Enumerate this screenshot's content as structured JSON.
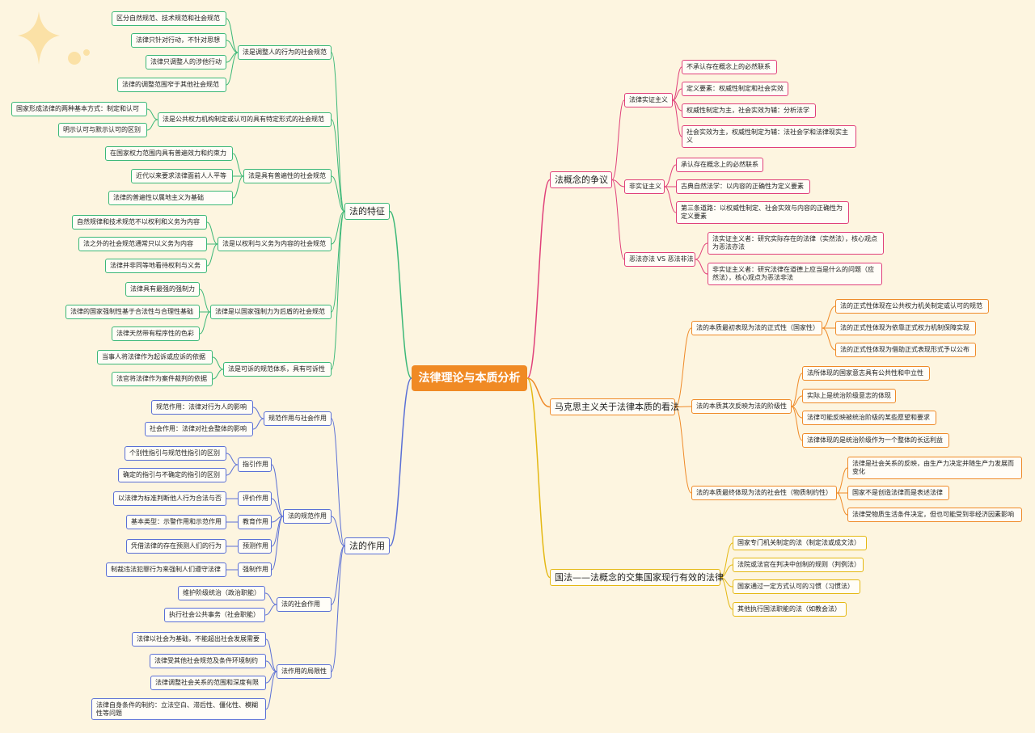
{
  "colors": {
    "background": "#fdf5e0",
    "root": "#f08a24",
    "features_branch": "#3cb878",
    "functions_branch": "#5a6fd6",
    "dispute_branch": "#e0407a",
    "marxist_branch": "#ef8a28",
    "national_law_branch": "#e4b812"
  },
  "root": {
    "label": "法律理论与本质分析"
  },
  "features": {
    "label": "法的特征",
    "items": [
      {
        "label": "法是调整人的行为的社会规范",
        "children": [
          "区分自然规范、技术规范和社会规范",
          "法律只针对行动，不针对思想",
          "法律只调整人的涉他行动",
          "法律的调整范围窄于其他社会规范"
        ]
      },
      {
        "label": "法是公共权力机构制定或认可的具有特定形式的社会规范",
        "children": [
          "国家形成法律的两种基本方式：制定和认可",
          "明示认可与默示认可的区别"
        ]
      },
      {
        "label": "法是具有普遍性的社会规范",
        "children": [
          "在国家权力范围内具有普遍效力和约束力",
          "近代以来要求法律面前人人平等",
          "法律的普遍性以属地主义为基础"
        ]
      },
      {
        "label": "法是以权利与义务为内容的社会规范",
        "children": [
          "自然规律和技术规范不以权利和义务为内容",
          "法之外的社会规范通常只以义务为内容",
          "法律并非同等地看待权利与义务"
        ]
      },
      {
        "label": "法律是以国家强制力为后盾的社会规范",
        "children": [
          "法律具有最强的强制力",
          "法律的国家强制性基于合法性与合理性基础",
          "法律天然带有程序性的色彩"
        ]
      },
      {
        "label": "法是可诉的规范体系，具有可诉性",
        "children": [
          "当事人将法律作为起诉或应诉的依据",
          "法官将法律作为案件裁判的依据"
        ]
      }
    ]
  },
  "functions": {
    "label": "法的作用",
    "items": [
      {
        "label": "规范作用与社会作用",
        "children": [
          "规范作用：法律对行为人的影响",
          "社会作用：法律对社会整体的影响"
        ]
      },
      {
        "label": "法的规范作用",
        "subgroups": [
          {
            "label": "指引作用",
            "children": [
              "个别性指引与规范性指引的区别",
              "确定的指引与不确定的指引的区别"
            ]
          },
          {
            "label": "评价作用",
            "children": [
              "以法律为标准判断他人行为合法与否"
            ]
          },
          {
            "label": "教育作用",
            "children": [
              "基本类型：示警作用和示范作用"
            ]
          },
          {
            "label": "预测作用",
            "children": [
              "凭借法律的存在预测人们的行为"
            ]
          },
          {
            "label": "强制作用",
            "children": [
              "制裁违法犯罪行为来强制人们遵守法律"
            ]
          }
        ]
      },
      {
        "label": "法的社会作用",
        "children": [
          "维护阶级统治（政治职能）",
          "执行社会公共事务（社会职能）"
        ]
      },
      {
        "label": "法作用的局限性",
        "children": [
          "法律以社会为基础，不能超出社会发展需要",
          "法律受其他社会规范及条件环境制约",
          "法律调整社会关系的范围和深度有限",
          "法律自身条件的制约：立法空白、滞后性、僵化性、模糊性等问题"
        ]
      }
    ]
  },
  "dispute": {
    "label": "法概念的争议",
    "items": [
      {
        "label": "法律实证主义",
        "children": [
          "不承认存在概念上的必然联系",
          "定义要素：权威性制定和社会实效",
          "权威性制定为主，社会实效为辅：分析法学",
          "社会实效为主，权威性制定为辅：法社会学和法律现实主义"
        ]
      },
      {
        "label": "非实证主义",
        "children": [
          "承认存在概念上的必然联系",
          "古典自然法学：以内容的正确性为定义要素",
          "第三条道路：以权威性制定、社会实效与内容的正确性为定义要素"
        ]
      },
      {
        "label": "恶法亦法 VS 恶法非法",
        "children": [
          "法实证主义者：研究实际存在的法律（实然法），核心观点为恶法亦法",
          "非实证主义者：研究法律在道德上应当是什么的问题（应然法），核心观点为恶法非法"
        ]
      }
    ]
  },
  "marxist": {
    "label": "马克思主义关于法律本质的看法",
    "items": [
      {
        "label": "法的本质最初表现为法的正式性（国家性）",
        "children": [
          "法的正式性体现在公共权力机关制定或认可的规范",
          "法的正式性体现为依靠正式权力机制保障实现",
          "法的正式性体现为借助正式表现形式予以公布"
        ]
      },
      {
        "label": "法的本质其次反映为法的阶级性",
        "children": [
          "法所体现的国家意志具有公共性和中立性",
          "实际上是统治阶级意志的体现",
          "法律可能反映被统治阶级的某些愿望和要求",
          "法律体现的是统治阶级作为一个整体的长远利益"
        ]
      },
      {
        "label": "法的本质最终体现为法的社会性（物质制约性）",
        "children": [
          "法律是社会关系的反映，由生产力决定并随生产力发展而变化",
          "国家不是创造法律而是表述法律",
          "法律受物质生活条件决定，但也可能受到非经济因素影响"
        ]
      }
    ]
  },
  "national_law": {
    "label": "国法——法概念的交集国家现行有效的法律",
    "children": [
      "国家专门机关制定的法（制定法或成文法）",
      "法院或法官在判决中创制的规则（判例法）",
      "国家通过一定方式认可的习惯（习惯法）",
      "其他执行国法职能的法（如教会法）"
    ]
  }
}
